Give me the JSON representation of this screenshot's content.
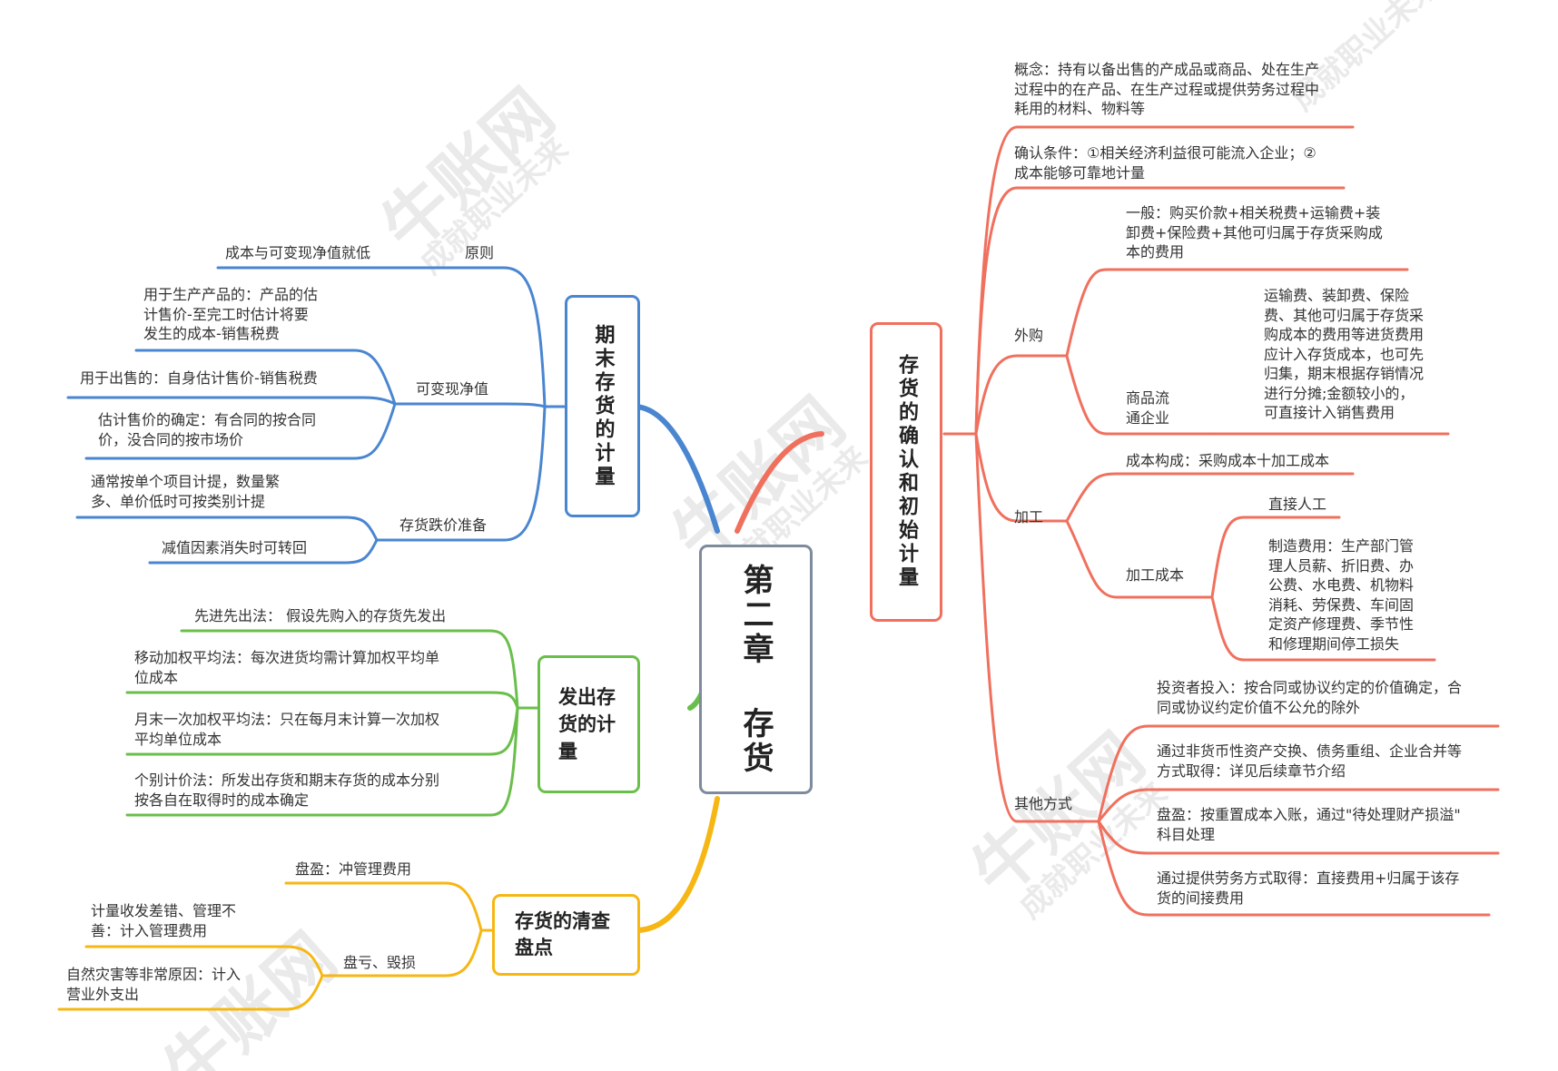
{
  "central": {
    "title": "第二章 存货"
  },
  "watermark": {
    "brand": "牛账网",
    "slogan": "成就职业未来"
  },
  "colors": {
    "red": "#f0705e",
    "blue": "#4a86d0",
    "green": "#6abf4b",
    "yellow": "#f6b714",
    "center_border": "#7d8b9d"
  },
  "branches": {
    "recognition": {
      "title": "存货的确认和初始计量",
      "concept": "概念：持有以备出售的产成品或商品、处在生产\n过程中的在产品、在生产过程或提供劳务过程中\n耗用的材料、物料等",
      "condition": "确认条件：①相关经济利益很可能流入企业；②\n成本能够可靠地计量",
      "purchase": {
        "label": "外购",
        "general": "一般：购买价款+相关税费+运输费+装\n卸费+保险费+其他可归属于存货采购成\n本的费用",
        "commerce_label": "商品流\n通企业",
        "commerce_text": "运输费、装卸费、保险\n费、其他可归属于存货采\n购成本的费用等进货费用\n应计入存货成本，也可先\n归集，期末根据存销情况\n进行分摊;金额较小的，\n可直接计入销售费用"
      },
      "processing": {
        "label": "加工",
        "composition": "成本构成：采购成本十加工成本",
        "cost_label": "加工成本",
        "direct_labor": "直接人工",
        "overhead": "制造费用：生产部门管\n理人员薪、折旧费、办\n公费、水电费、机物料\n消耗、劳保费、车间固\n定资产修理费、季节性\n和修理期间停工损失"
      },
      "other": {
        "label": "其他方式",
        "items": [
          "投资者投入：按合同或协议约定的价值确定，合\n同或协议约定价值不公允的除外",
          "通过非货币性资产交换、债务重组、企业合并等\n方式取得：详见后续章节介绍",
          "盘盈：按重置成本入账，通过\"待处理财产损溢\"\n科目处理",
          "通过提供劳务方式取得：直接费用+归属于该存\n货的间接费用"
        ]
      }
    },
    "period_end": {
      "title": "期末存货的计量",
      "principle_label": "原则",
      "principle": "成本与可变现净值就低",
      "nrv_label": "可变现净值",
      "nrv_items": [
        "用于生产产品的：产品的估\n计售价-至完工时估计将要\n发生的成本-销售税费",
        "用于出售的：自身估计售价-销售税费",
        "估计售价的确定：有合同的按合同\n价，没合同的按市场价"
      ],
      "impairment_label": "存货跌价准备",
      "impairment_items": [
        "通常按单个项目计提，数量繁\n多、单价低时可按类别计提",
        "减值因素消失时可转回"
      ]
    },
    "outflow": {
      "title": "发出存货的计量",
      "items": [
        "先进先出法： 假设先购入的存货先发出",
        "移动加权平均法：每次进货均需计算加权平均单\n位成本",
        "月末一次加权平均法：只在每月末计算一次加权\n平均单位成本",
        "个别计价法：所发出存货和期末存货的成本分别\n按各自在取得时的成本确定"
      ]
    },
    "count": {
      "title": "存货的清查盘点",
      "surplus": "盘盈：冲管理费用",
      "loss_label": "盘亏、毁损",
      "loss_items": [
        "计量收发差错、管理不\n善：计入管理费用",
        "自然灾害等非常原因：计入\n营业外支出"
      ]
    }
  }
}
